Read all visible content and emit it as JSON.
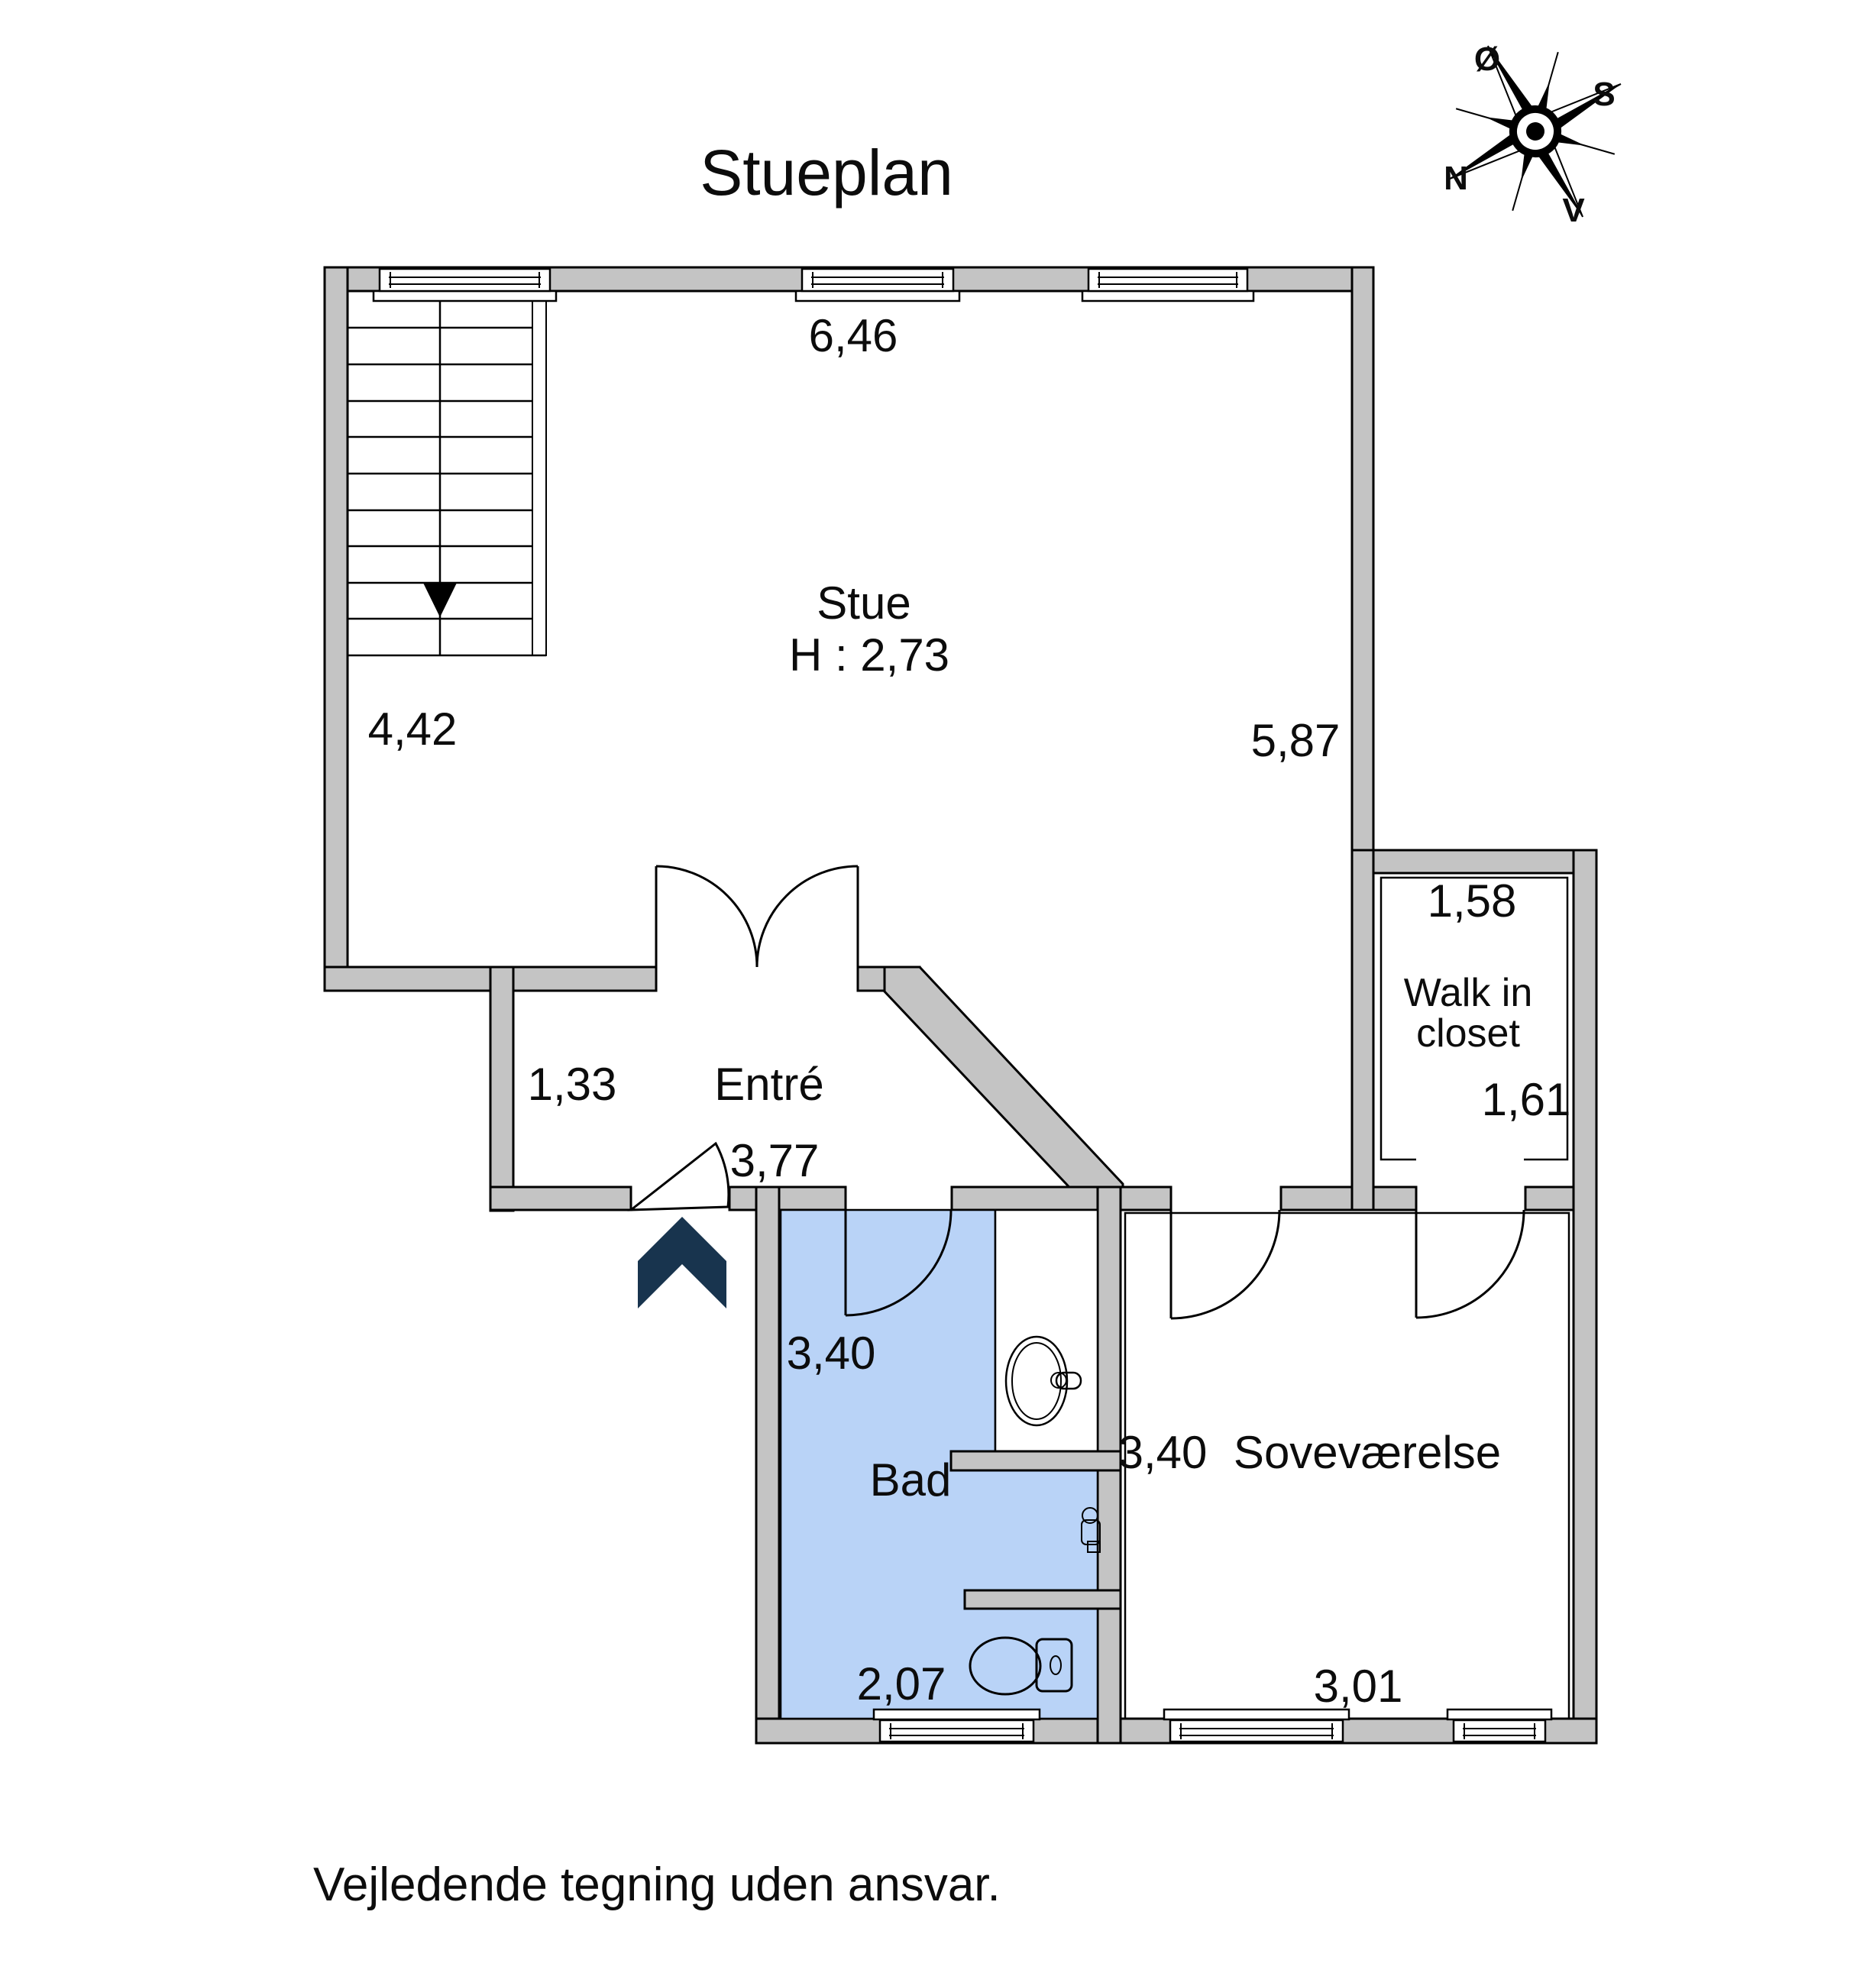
{
  "title": "Stueplan",
  "disclaimer": "Vejledende tegning uden ansvar.",
  "compass": {
    "north_label": "N",
    "south_label": "S",
    "east_label": "Ø",
    "west_label": "V"
  },
  "rooms": {
    "stue": {
      "name": "Stue",
      "ceiling_height": "H : 2,73",
      "width_top": "6,46",
      "height_left": "4,42",
      "height_right": "5,87"
    },
    "entre": {
      "name": "Entré",
      "width_left": "1,33",
      "width_bottom": "3,77"
    },
    "bad": {
      "name": "Bad",
      "height_left": "3,40",
      "width_bottom": "2,07"
    },
    "sovevaerelse": {
      "name": "Soveværelse",
      "height_left": "3,40",
      "width_bottom": "3,01"
    },
    "walk_in_closet": {
      "name_line_1": "Walk in",
      "name_line_2": "closet",
      "width_top": "1,58",
      "height_right": "1,61"
    }
  },
  "colors": {
    "background": "#ffffff",
    "wall_fill": "#c4c4c4",
    "outline": "#000000",
    "bathroom_fill": "#b9d3f7",
    "entry_arrow_fill": "#18344e"
  }
}
